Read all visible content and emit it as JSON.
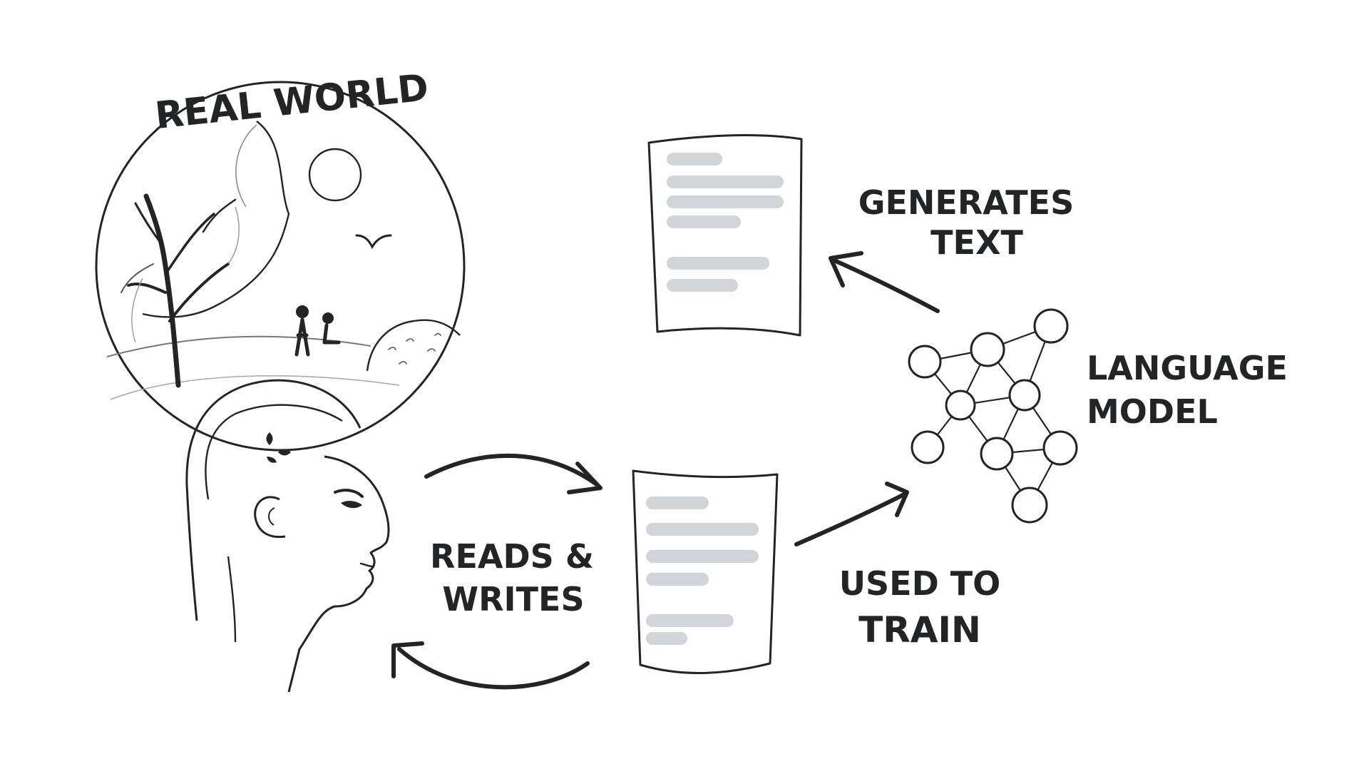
{
  "labels": {
    "real_world": "REAL WORLD",
    "generates_line1": "GENERATES",
    "generates_line2": "TEXT",
    "model_line1": "LANGUAGE",
    "model_line2": "MODEL",
    "reads_line1": "READS &",
    "reads_line2": "WRITES",
    "train_line1": "USED TO",
    "train_line2": "TRAIN"
  },
  "icons": [
    "globe-scene-icon",
    "human-head-icon",
    "document-icon",
    "neural-network-icon",
    "arrow-icon"
  ],
  "colors": {
    "ink": "#222426",
    "placeholder_lines": "#d2d5d9",
    "background": "#ffffff"
  }
}
